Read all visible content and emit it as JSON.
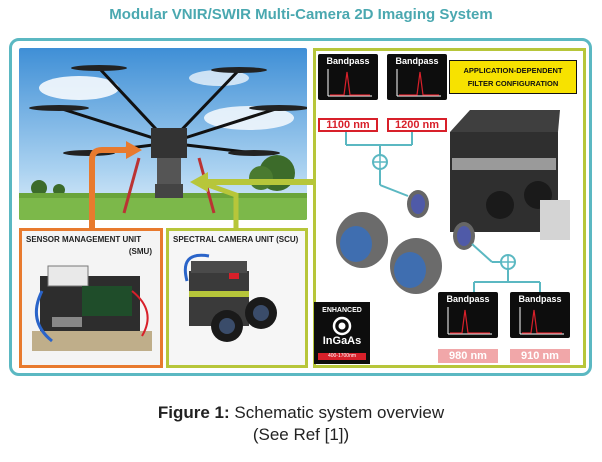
{
  "title": "Modular VNIR/SWIR Multi-Camera 2D Imaging System",
  "panels": {
    "smu_label": "SENSOR MANAGEMENT UNIT",
    "smu_abbr": "(SMU)",
    "scu_label": "SPECTRAL CAMERA UNIT (SCU)"
  },
  "bandpass": [
    {
      "label": "Bandpass",
      "wavelength": "1100 nm"
    },
    {
      "label": "Bandpass",
      "wavelength": "1200 nm"
    },
    {
      "label": "Bandpass",
      "wavelength": "980 nm"
    },
    {
      "label": "Bandpass",
      "wavelength": "910 nm"
    }
  ],
  "application_box": {
    "line1": "APPLICATION-DEPENDENT",
    "line2": "FILTER CONFIGURATION"
  },
  "ingaas": {
    "top": "ENHANCED",
    "main": "InGaAs",
    "range": "400-1700nm"
  },
  "caption": {
    "prefix": "Figure 1:",
    "text": " Schematic system overview",
    "line2": "(See Ref [1])"
  },
  "colors": {
    "teal": "#5bb8c2",
    "orange": "#e87a2e",
    "lime": "#b7c63a",
    "yellow": "#f7e200",
    "red": "#d8202a"
  }
}
